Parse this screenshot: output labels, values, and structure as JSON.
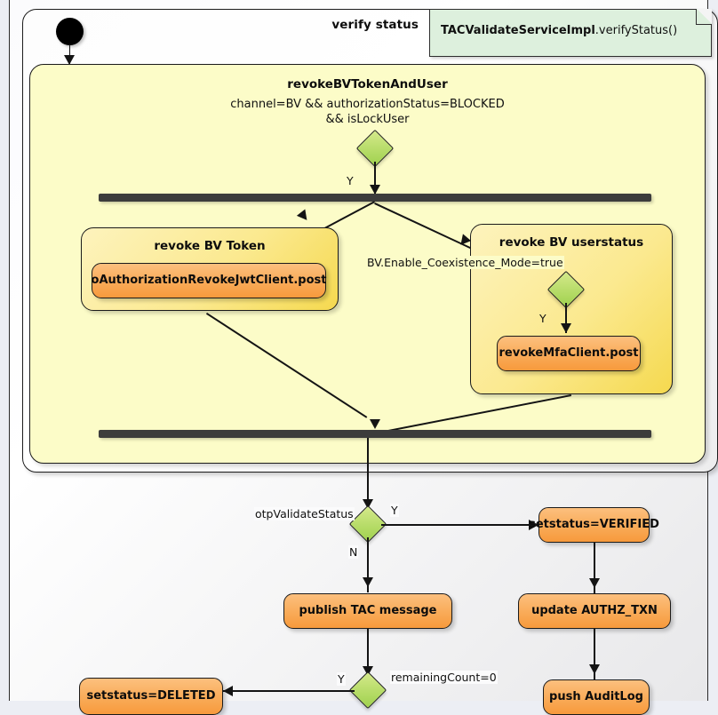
{
  "diagram": {
    "title": "verify status",
    "note": {
      "class_name": "TACValidateServiceImpl",
      "method": ".verifyStatus()"
    }
  },
  "partition": {
    "header": "revokeBVTokenAndUser",
    "guard_line1": "channel=BV && authorizationStatus=BLOCKED",
    "guard_line2": "&& isLockUser"
  },
  "groups": {
    "token": {
      "header": "revoke BV Token"
    },
    "userstatus": {
      "header": "revoke BV userstatus"
    }
  },
  "actions": {
    "oauth_revoke": "oAuthorizationRevokeJwtClient.post",
    "revoke_mfa": "revokeMfaClient.post",
    "set_verified_line1": "set",
    "set_verified_line2": "status=VERIFIED",
    "publish_tac": "publish TAC message",
    "update_authz": "update AUTHZ_TXN",
    "push_auditlog": "push AuditLog",
    "set_deleted_line1": "set",
    "set_deleted_line2": "status=DELETED"
  },
  "edge_labels": {
    "lock_yes": "Y",
    "coexistence_guard": "BV.Enable_Coexistence_Mode=true",
    "coexistence_yes": "Y",
    "otp_guard": "otpValidateStatus",
    "otp_yes": "Y",
    "otp_no": "N",
    "count_guard": "remainingCount=0",
    "count_yes": "Y"
  },
  "colors": {
    "canvas": "#eceef4",
    "partition_fill": "#fcfcc8",
    "group_fill": "#fbe98f",
    "action_fill": "#f9ab58",
    "decision_fill": "#b9dd6b",
    "note_fill": "#ddf0dd",
    "bar_fill": "#3c3c3c",
    "stroke": "#141414"
  }
}
